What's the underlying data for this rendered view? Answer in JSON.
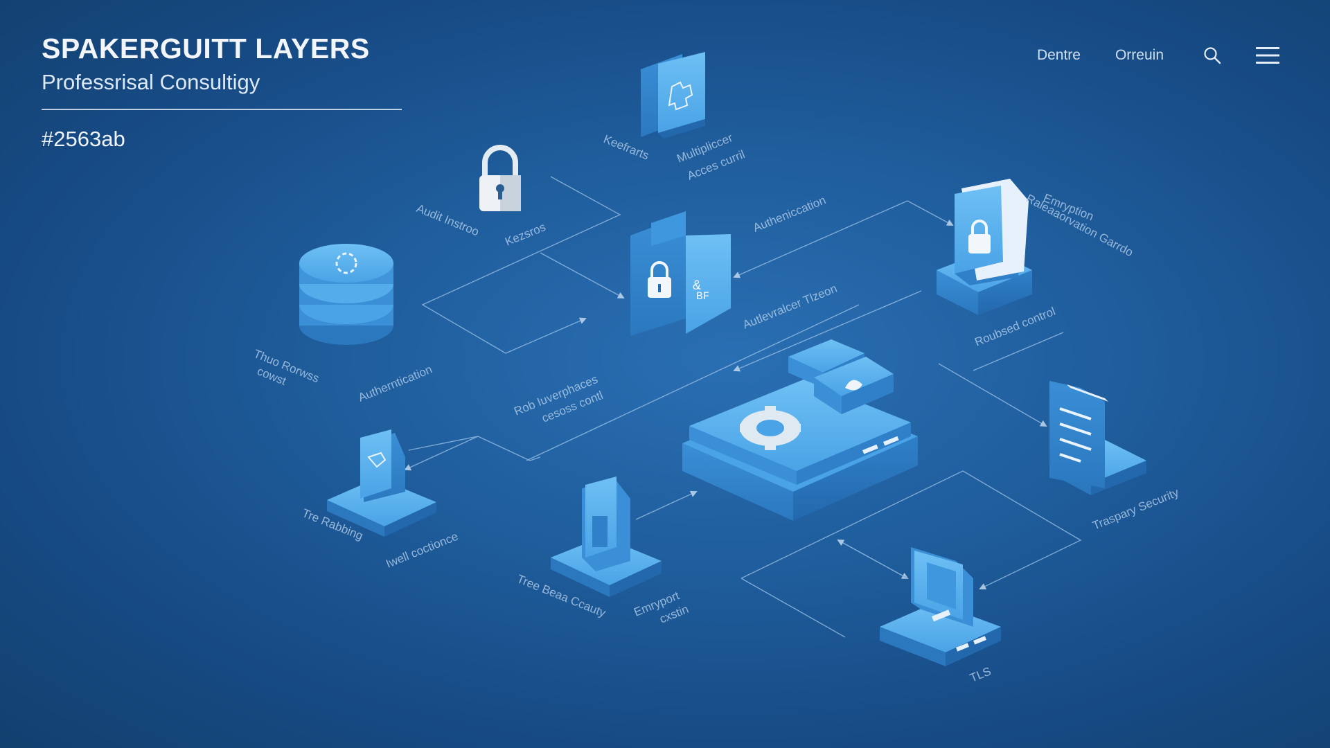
{
  "header": {
    "title": "SPAKERGUITT LAYERS",
    "subtitle": "Professrisal Consultigy",
    "color_code": "#2563ab"
  },
  "nav": {
    "links": [
      "Dentre",
      "Orreuin"
    ],
    "icons": [
      "search-icon",
      "menu-icon"
    ]
  },
  "diagram": {
    "labels": {
      "top_box": "Keefrarts",
      "top_box_2": "Multipliccer",
      "top_box_3": "Acces curril",
      "lock": "Audit Instroo",
      "lock_2": "Kezsros",
      "center_top": "Autheniccation",
      "center_lower": "Autlevralcer Tlzeon",
      "doc_stack": "Emryption",
      "doc_stack_2": "Raleaaorvation Garrdo",
      "role": "Roubsed control",
      "database": "Thuo Rorwss",
      "database_2": "cowst",
      "auth": "Autherntication",
      "mid": "Rob Iuverphaces",
      "mid_2": "cesoss contl",
      "left_plat": "Tre Rabbing",
      "left_plat_2": "Iwell coctionce",
      "bottom_block": "Tree Beaa Ccauty",
      "bottom_block_2": "Emryport",
      "bottom_block_3": "cxstin",
      "right_doc": "Traspary Security",
      "monitor": "TLS"
    },
    "accent_color": "#4aa3e6",
    "line_color": "#9cc4ea"
  }
}
